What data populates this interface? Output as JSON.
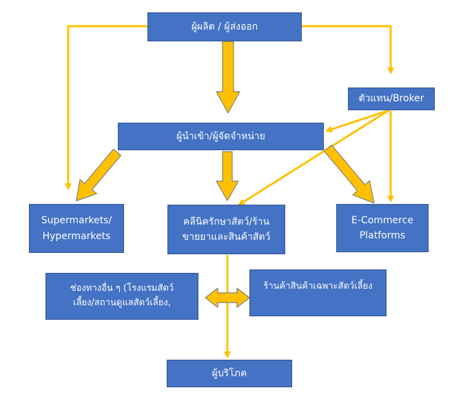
{
  "colors": {
    "box_fill": "#4472c4",
    "box_border": "#2f528f",
    "box_text": "#ffffff",
    "arrow_fill": "#ffc000",
    "arrow_outline": "#7f7f7f",
    "connector": "#ffc000"
  },
  "nodes": {
    "producer": "ผู้ผลิต / ผู้ส่งออก",
    "broker": "ตัวแทน/Broker",
    "importer": "ผู้นำเข้า/ผู้จัดจำหน่าย",
    "supermarkets": [
      "Supermarkets/",
      "Hypermarkets"
    ],
    "clinic": [
      "คลีนิครักษาสัตว์/ร้าน",
      "ขายยาและสินค้าสัตว์"
    ],
    "ecommerce": [
      "E-Commerce",
      "Platforms"
    ],
    "other_channels": [
      "ช่องทางอื่น ๆ (โรงแรมสัตว์",
      "เลี้ยง/สถานดูแลสัตว์เลี้ยง,"
    ],
    "pet_store": "ร้านค้าสินค้าเฉพาะสัตว์เลี้ยง",
    "consumer": "ผู้บริโภค"
  }
}
